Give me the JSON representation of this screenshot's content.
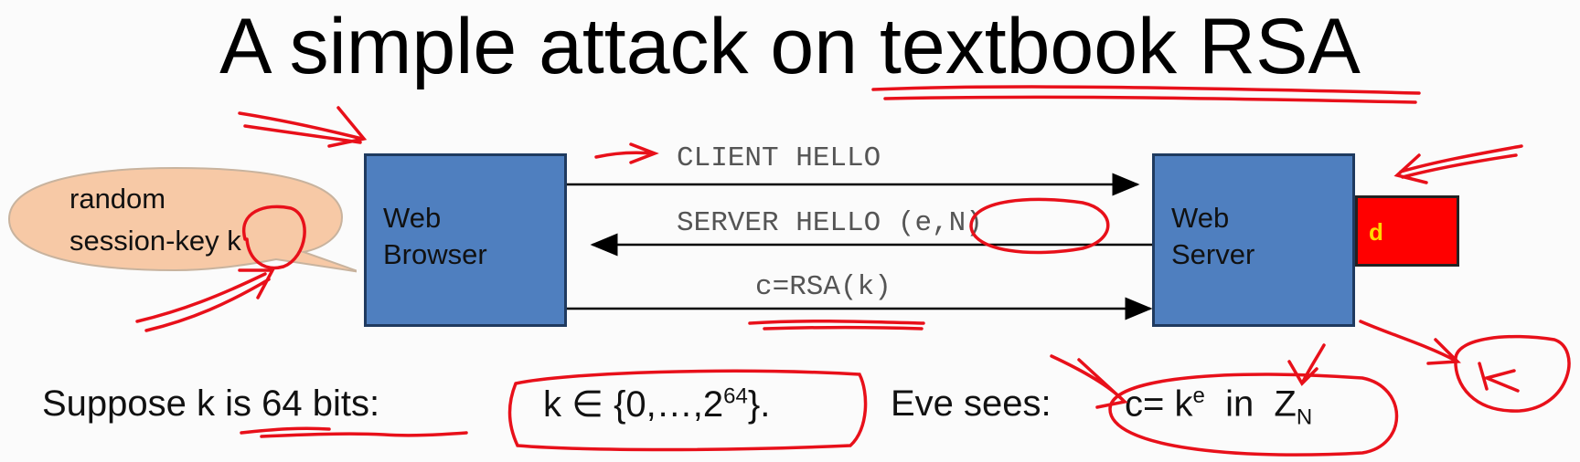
{
  "title": "A simple attack on textbook RSA",
  "bubble": {
    "line1": "random",
    "line2": "session-key k"
  },
  "browser": {
    "line1": "Web",
    "line2": "Browser"
  },
  "server": {
    "line1": "Web",
    "line2": "Server"
  },
  "server_key": "d",
  "messages": {
    "client_hello": "CLIENT HELLO",
    "server_hello": "SERVER HELLO (e,N)",
    "ciphertext": "c=RSA(k)"
  },
  "bottom": {
    "suppose": "Suppose  k  is 64 bits:",
    "k_in_prefix": "k ∈ {0,…,2",
    "k_in_exp": "64",
    "k_in_suffix": "}.",
    "eve": "Eve sees:",
    "c_prefix": "c= k",
    "c_exp": "e",
    "c_mid": "  in  Z",
    "c_sub": "N"
  },
  "colors": {
    "box": "#4f7fbf",
    "bubble": "#f7c9a6",
    "ink": "#e8101a",
    "key": "#ff0000"
  }
}
